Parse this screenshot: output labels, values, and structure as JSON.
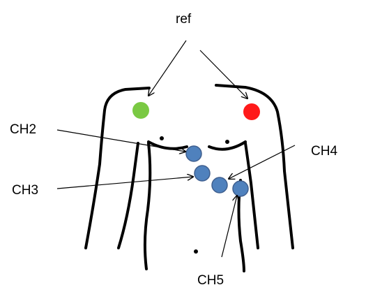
{
  "labels": {
    "ref": "ref",
    "ch2": "CH2",
    "ch3": "CH3",
    "ch4": "CH4",
    "ch5": "CH5"
  },
  "colors": {
    "ref_left": "#7ac943",
    "ref_right": "#ff1a1a",
    "channel": "#4f81bd",
    "outline": "#000000"
  }
}
